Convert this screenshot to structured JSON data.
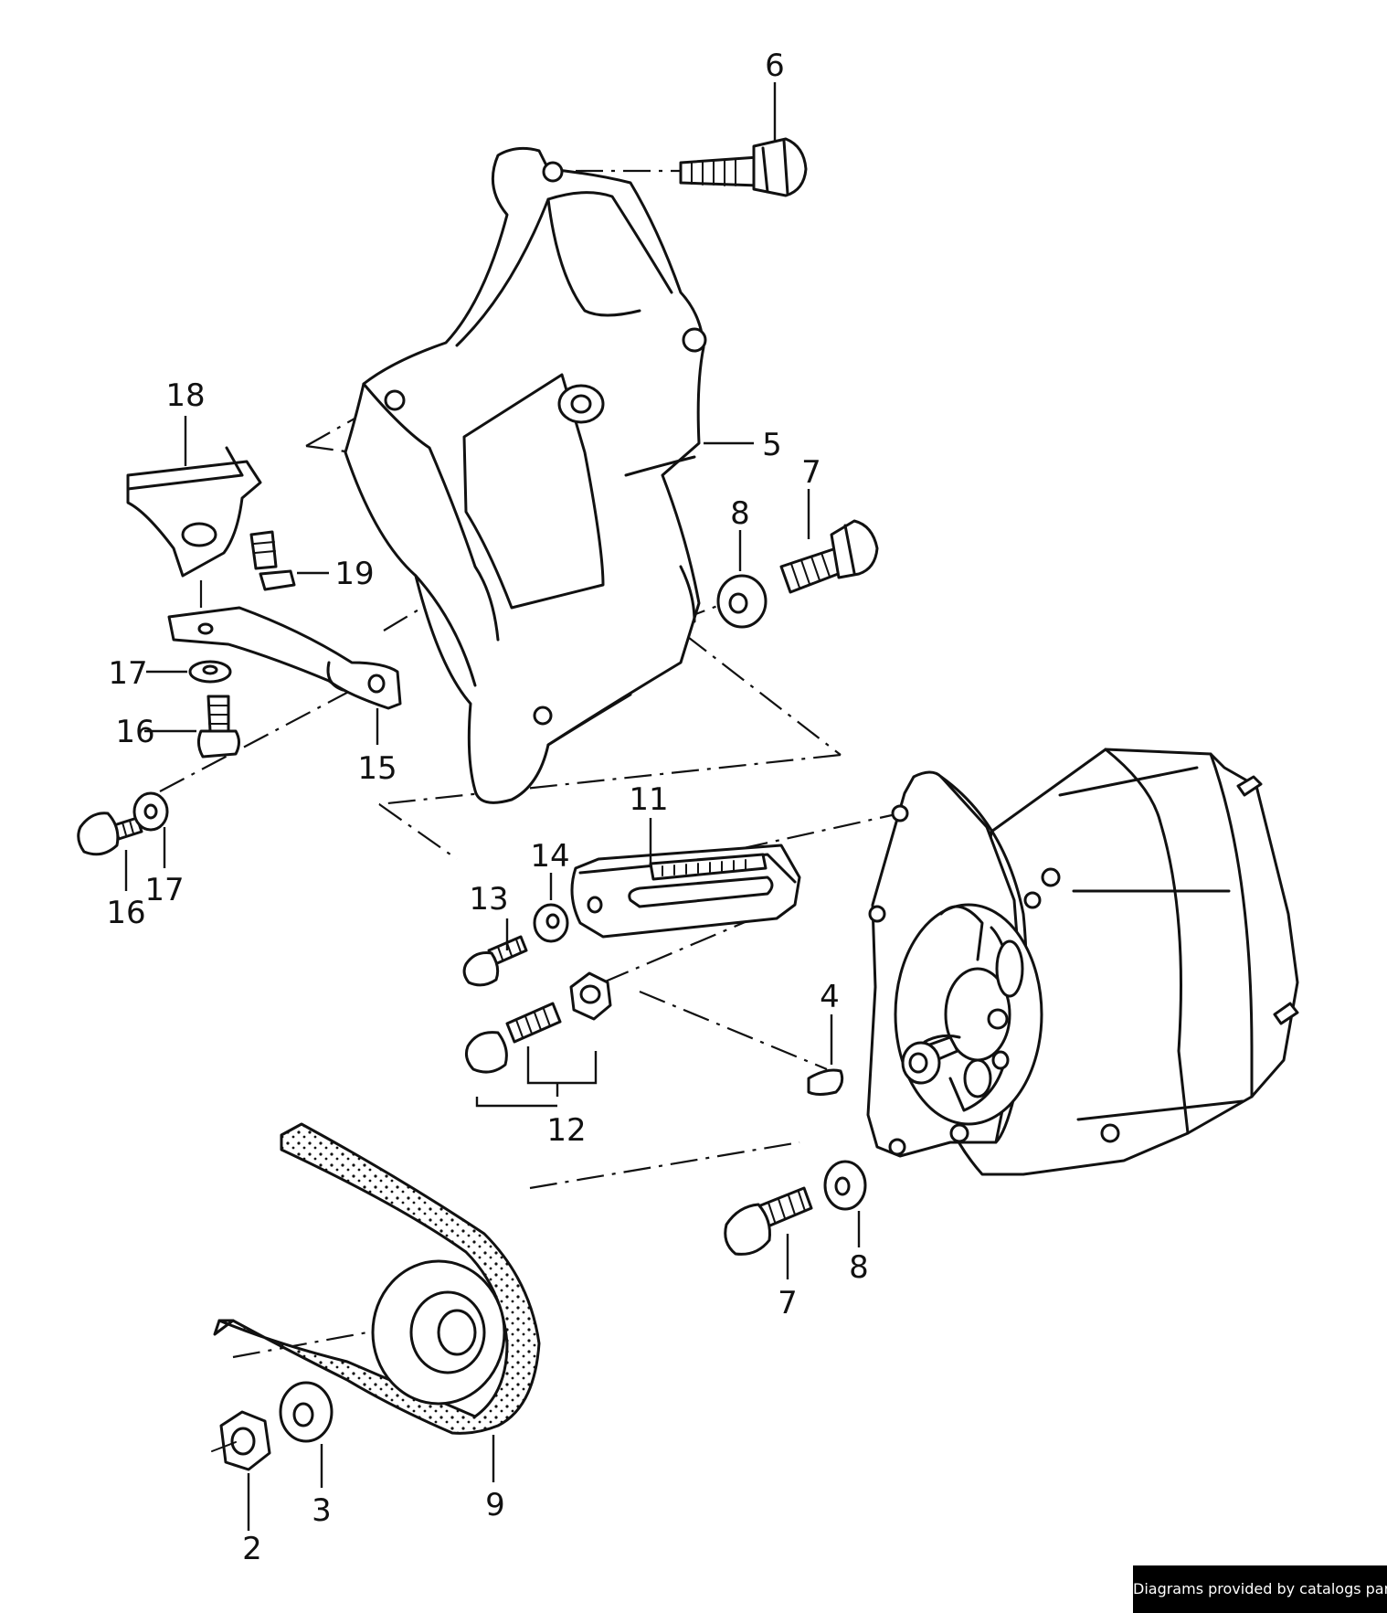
{
  "callouts": [
    {
      "id": "label-6",
      "text": "6"
    },
    {
      "id": "label-5",
      "text": "5"
    },
    {
      "id": "label-18",
      "text": "18"
    },
    {
      "id": "label-7-upper",
      "text": "7"
    },
    {
      "id": "label-8-upper",
      "text": "8"
    },
    {
      "id": "label-19",
      "text": "19"
    },
    {
      "id": "label-17-upper",
      "text": "17"
    },
    {
      "id": "label-16-upper",
      "text": "16"
    },
    {
      "id": "label-15",
      "text": "15"
    },
    {
      "id": "label-16-lower",
      "text": "16"
    },
    {
      "id": "label-17-lower",
      "text": "17"
    },
    {
      "id": "label-11",
      "text": "11"
    },
    {
      "id": "label-14",
      "text": "14"
    },
    {
      "id": "label-13",
      "text": "13"
    },
    {
      "id": "label-4",
      "text": "4"
    },
    {
      "id": "label-12",
      "text": "12"
    },
    {
      "id": "label-8-lower",
      "text": "8"
    },
    {
      "id": "label-7-lower",
      "text": "7"
    },
    {
      "id": "label-9",
      "text": "9"
    },
    {
      "id": "label-3",
      "text": "3"
    },
    {
      "id": "label-2",
      "text": "2"
    }
  ],
  "footer": {
    "credit": "Diagrams provided by catalogs parts"
  }
}
